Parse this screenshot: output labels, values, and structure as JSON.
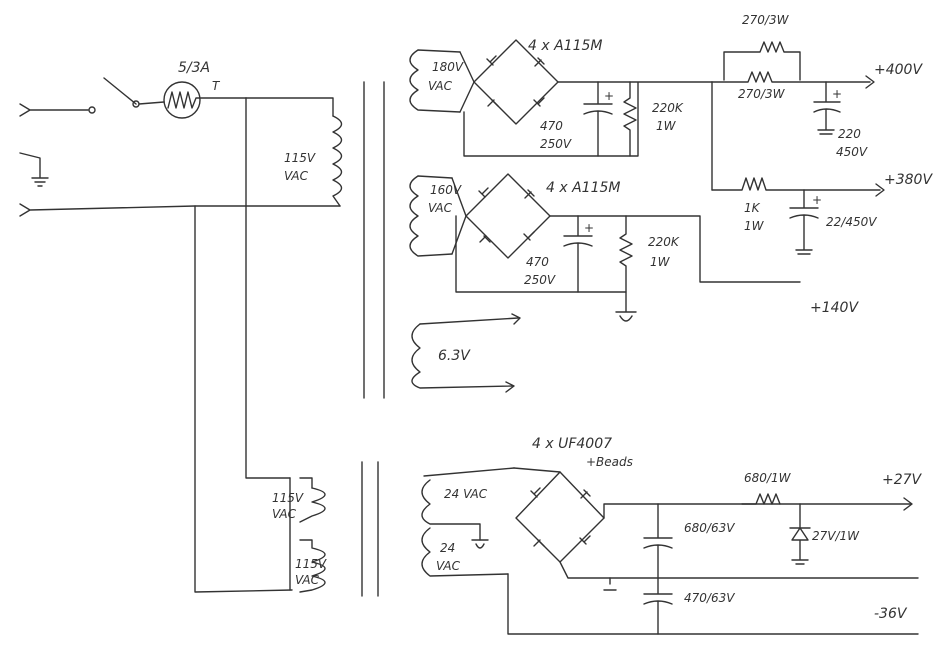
{
  "primary": {
    "fuse_label": "5/3A",
    "fuse_type": "T",
    "main_primary": [
      "115V",
      "VAC"
    ],
    "aux_primary_1": [
      "115V",
      "VAC"
    ],
    "aux_primary_2": [
      "115V",
      "VAC"
    ]
  },
  "hv_supply": {
    "sec1_voltage": [
      "180V",
      "VAC"
    ],
    "bridge1": "4 x A115M",
    "cap1": [
      "470",
      "250V"
    ],
    "bleeder1": [
      "220K",
      "1W"
    ],
    "sec2_voltage": [
      "160V",
      "VAC"
    ],
    "bridge2": "4 x A115M",
    "cap2": [
      "470",
      "250V"
    ],
    "bleeder2": [
      "220K",
      "1W"
    ],
    "res_top": "270/3W",
    "res_mid": "270/3W",
    "cap_400": [
      "220",
      "450V"
    ],
    "res_380": [
      "1K",
      "1W"
    ],
    "cap_380": "22/450V",
    "out_400": "+400V",
    "out_380": "+380V",
    "out_140": "+140V"
  },
  "heater": {
    "label": "6.3V"
  },
  "lv_supply": {
    "bridge": "4 x UF4007",
    "bridge_note": "+Beads",
    "sec_a": "24 VAC",
    "sec_b": [
      "24",
      "VAC"
    ],
    "cap_pos": "680/63V",
    "cap_neg": "470/63V",
    "res": "680/1W",
    "zener": "27V/1W",
    "out_pos": "+27V",
    "out_neg": "-36V"
  }
}
